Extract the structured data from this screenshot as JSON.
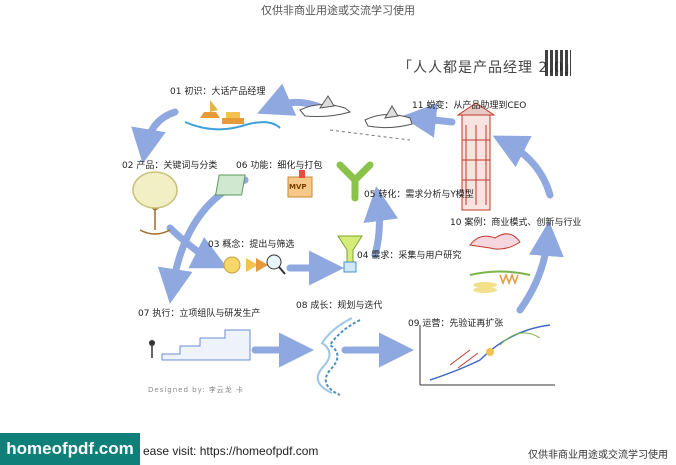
{
  "watermark_top": "仅供非商业用途或交流学习使用",
  "watermark_bottom": "仅供非商业用途或交流学习使用",
  "title": "「人人都是产品经理 2.0」",
  "designed_by": "Designed by: 李云龙 卡",
  "brand": "homeofpdf.com",
  "visit_text": "ease visit: https://homeofpdf.com",
  "steps": [
    {
      "id": "01",
      "label": "01 初识：大话产品经理"
    },
    {
      "id": "02",
      "label": "02 产品：关键词与分类"
    },
    {
      "id": "03",
      "label": "03 概念：提出与筛选"
    },
    {
      "id": "04",
      "label": "04 需求：采集与用户研究"
    },
    {
      "id": "05",
      "label": "05 转化：需求分析与Y模型"
    },
    {
      "id": "06",
      "label": "06 功能：细化与打包"
    },
    {
      "id": "07",
      "label": "07 执行：立项组队与研发生产"
    },
    {
      "id": "08",
      "label": "08 成长：规划与迭代"
    },
    {
      "id": "09",
      "label": "09 运营：先验证再扩张"
    },
    {
      "id": "10",
      "label": "10 案例：商业模式、创新与行业"
    },
    {
      "id": "11",
      "label": "11 蜕变：从产品助理到CEO"
    }
  ],
  "mvp_label": "MVP",
  "colors": {
    "arrow": "#8fa8df",
    "accent": "#e79a3a",
    "green": "#8bc34a",
    "brand": "#0f7f7a"
  }
}
